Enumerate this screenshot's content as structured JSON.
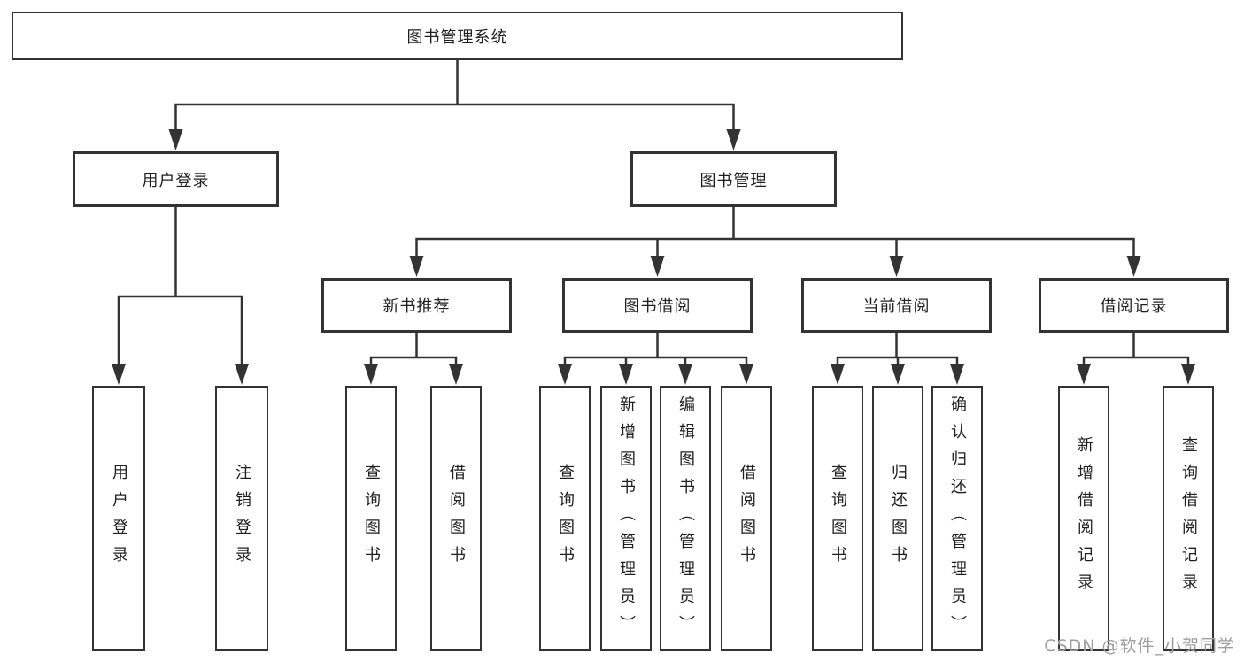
{
  "title": "图书管理系统",
  "colors": {
    "line": "#333333",
    "box_border": "#333333",
    "text": "#1f1f1f",
    "background": "#ffffff",
    "watermark": "#9e9e9e"
  },
  "tree": {
    "root": "图书管理系统",
    "children": [
      {
        "label": "用户登录",
        "children": [
          "用户登录",
          "注销登录"
        ]
      },
      {
        "label": "图书管理",
        "children": [
          {
            "label": "新书推荐",
            "children": [
              "查询图书",
              "借阅图书"
            ]
          },
          {
            "label": "图书借阅",
            "children": [
              "查询图书",
              "新增图书（管理员）",
              "编辑图书（管理员）",
              "借阅图书"
            ]
          },
          {
            "label": "当前借阅",
            "children": [
              "查询图书",
              "归还图书",
              "确认归还（管理员）"
            ]
          },
          {
            "label": "借阅记录",
            "children": [
              "新增借阅记录",
              "查询借阅记录"
            ]
          }
        ]
      }
    ]
  },
  "watermark": {
    "text": "CSDN @软件_小贺同学"
  }
}
